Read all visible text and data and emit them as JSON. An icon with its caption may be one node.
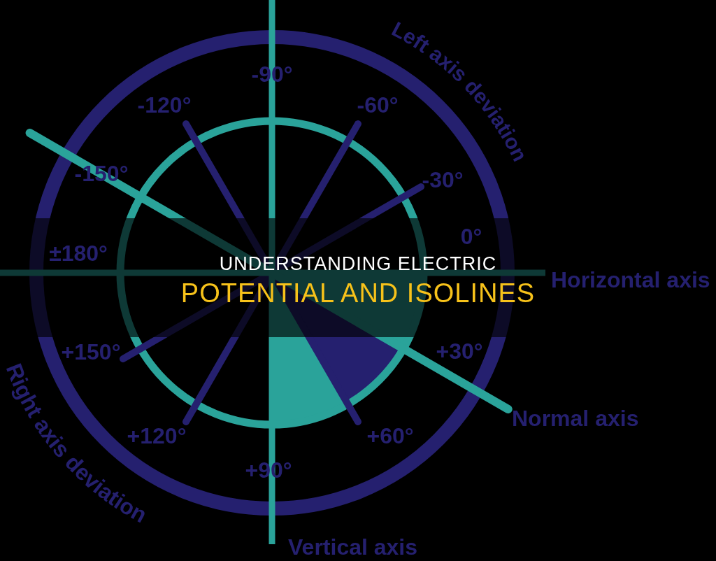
{
  "diagram": {
    "title": "UNDERSTANDING ELECTRIC POTENTIAL AND ISOLINES",
    "labels": [
      "-90°",
      "Left axis deviation",
      "-120°",
      "-60°",
      "-150°",
      "-30°",
      "±180°",
      "0°",
      "Horizontal axis",
      "+150°",
      "Right axis deviation",
      "+30°",
      "Normal axis",
      "+120°",
      "+60°",
      "+90°",
      "Vertical axis"
    ]
  }
}
